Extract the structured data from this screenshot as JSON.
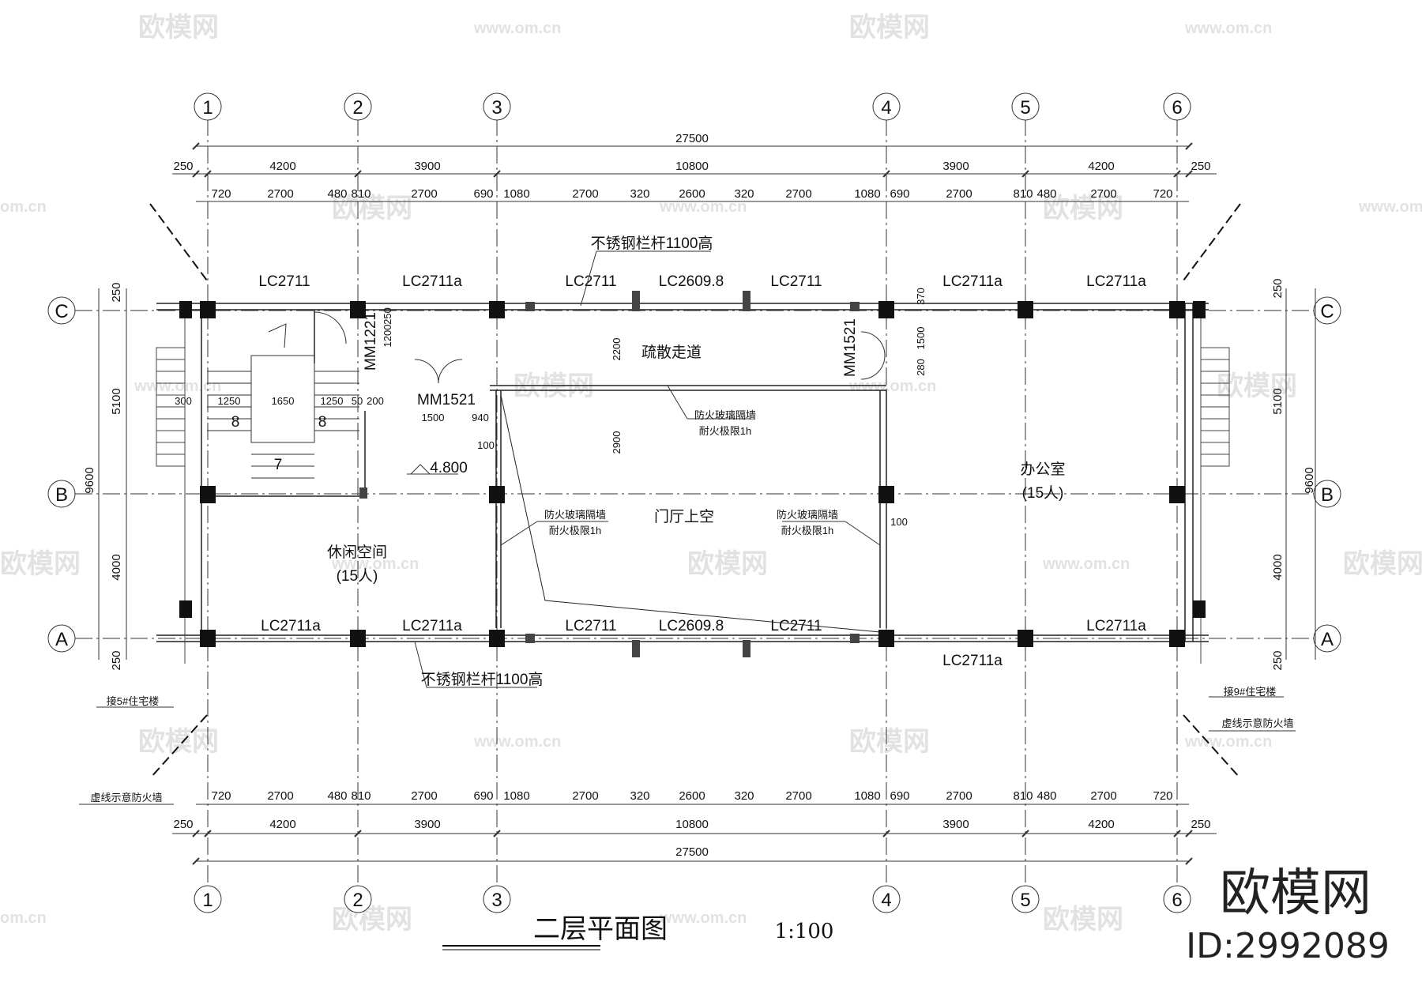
{
  "grid": {
    "columns": [
      "1",
      "2",
      "3",
      "4",
      "5",
      "6"
    ],
    "rows": [
      "C",
      "B",
      "A"
    ]
  },
  "dimensions": {
    "overall": "27500",
    "bays": [
      "250",
      "4200",
      "3900",
      "10800",
      "3900",
      "4200",
      "250"
    ],
    "openings": [
      "720",
      "2700",
      "480",
      "810",
      "2700",
      "690",
      "1080",
      "2700",
      "320",
      "2600",
      "320",
      "2700",
      "1080",
      "690",
      "2700",
      "810",
      "480",
      "2700",
      "720"
    ],
    "left_overall": "9600",
    "left_parts": [
      "250",
      "5100",
      "4000",
      "250"
    ],
    "right_overall": "9600",
    "right_parts": [
      "250",
      "5100",
      "4000",
      "250"
    ],
    "stair": [
      "300",
      "1250",
      "1650",
      "1250",
      "50",
      "200"
    ],
    "door_sub": [
      "1500",
      "940"
    ],
    "misc": {
      "d1200": "1200",
      "d250": "250",
      "d2200": "2200",
      "d2900": "2900",
      "d100a": "100",
      "d100b": "100",
      "d370": "370",
      "d1500": "1500",
      "d280": "280"
    }
  },
  "windows": {
    "top": [
      "LC2711",
      "LC2711a",
      "LC2711",
      "LC2609.8",
      "LC2711",
      "LC2711a",
      "LC2711a"
    ],
    "bottom": [
      "LC2711a",
      "LC2711a",
      "LC2711",
      "LC2609.8",
      "LC2711",
      "LC2711a"
    ],
    "bottom_extra": "LC2711a"
  },
  "doors": {
    "d1": "MM1221",
    "d2": "MM1521",
    "d3": "MM1521"
  },
  "rooms": {
    "evac": "疏散走道",
    "hall": "门厅上空",
    "office": "办公室",
    "office_cap": "(15人)",
    "lounge": "休闲空间",
    "lounge_cap": "(15人)"
  },
  "notes": {
    "glass_wall_top_1": "防火玻璃隔墙",
    "glass_wall_top_2": "耐火极限1h",
    "glass_wall_left_1": "防火玻璃隔墙",
    "glass_wall_left_2": "耐火极限1h",
    "glass_wall_right_1": "防火玻璃隔墙",
    "glass_wall_right_2": "耐火极限1h",
    "railing_top": "不锈钢栏杆1100高",
    "railing_bottom": "不锈钢栏杆1100高",
    "connect_left": "接5#住宅楼",
    "connect_right": "接9#住宅楼",
    "firewall_left": "虚线示意防火墙",
    "firewall_right": "虚线示意防火墙",
    "elevation": "4.800",
    "stair_steps": [
      "8",
      "8",
      "7"
    ]
  },
  "title": "二层平面图",
  "scale": "1:100",
  "watermark": {
    "brand": "欧模网",
    "url": "www.om.cn",
    "url_short": "om.cn",
    "id": "ID:2992089"
  }
}
